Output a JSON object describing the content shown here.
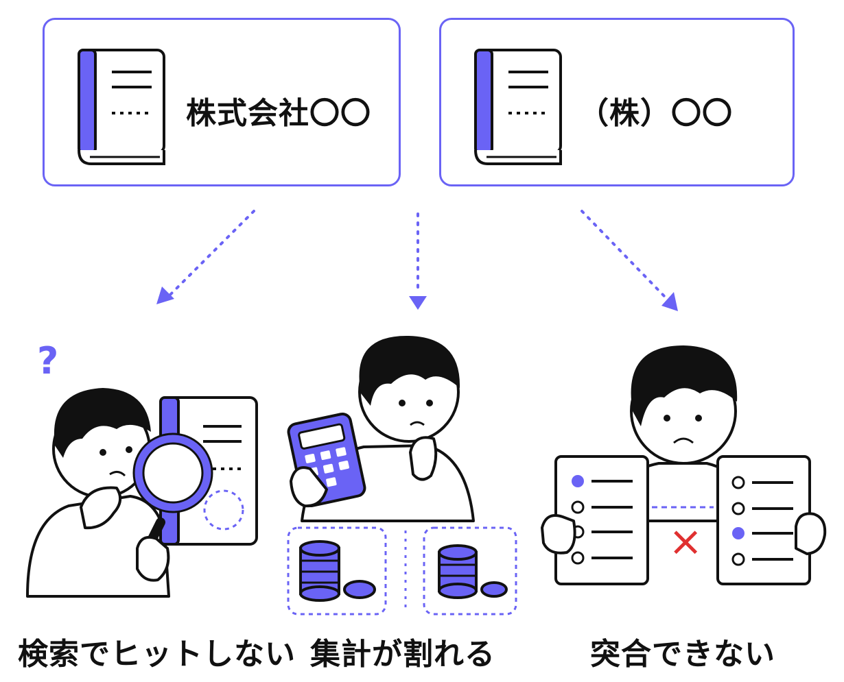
{
  "source_cards": [
    {
      "name": "株式会社〇〇"
    },
    {
      "name": "（株）〇〇"
    }
  ],
  "outcomes": [
    {
      "label": "検索でヒットしない"
    },
    {
      "label": "集計が割れる"
    },
    {
      "label": "突合できない"
    }
  ],
  "symbols": {
    "question_mark": "?",
    "mismatch_mark": "×"
  },
  "colors": {
    "accent": "#6a63f5",
    "line": "#111111",
    "error": "#e03030"
  }
}
